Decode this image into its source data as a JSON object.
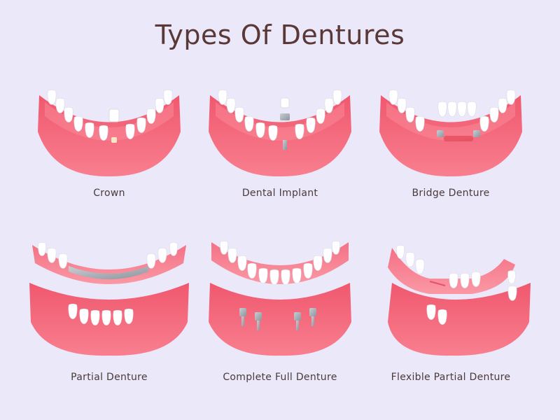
{
  "title": "Types Of Dentures",
  "items": [
    {
      "label": "Crown"
    },
    {
      "label": "Dental Implant"
    },
    {
      "label": "Bridge Denture"
    },
    {
      "label": "Partial Denture"
    },
    {
      "label": "Complete Full Denture"
    },
    {
      "label": "Flexible Partial Denture"
    }
  ],
  "colors": {
    "background": "#ebe8fa",
    "gum": "#f0586e",
    "gum_light": "#f77a8c",
    "tooth": "#ffffff",
    "metal": "#9aa0a8",
    "title": "#5a3836"
  }
}
